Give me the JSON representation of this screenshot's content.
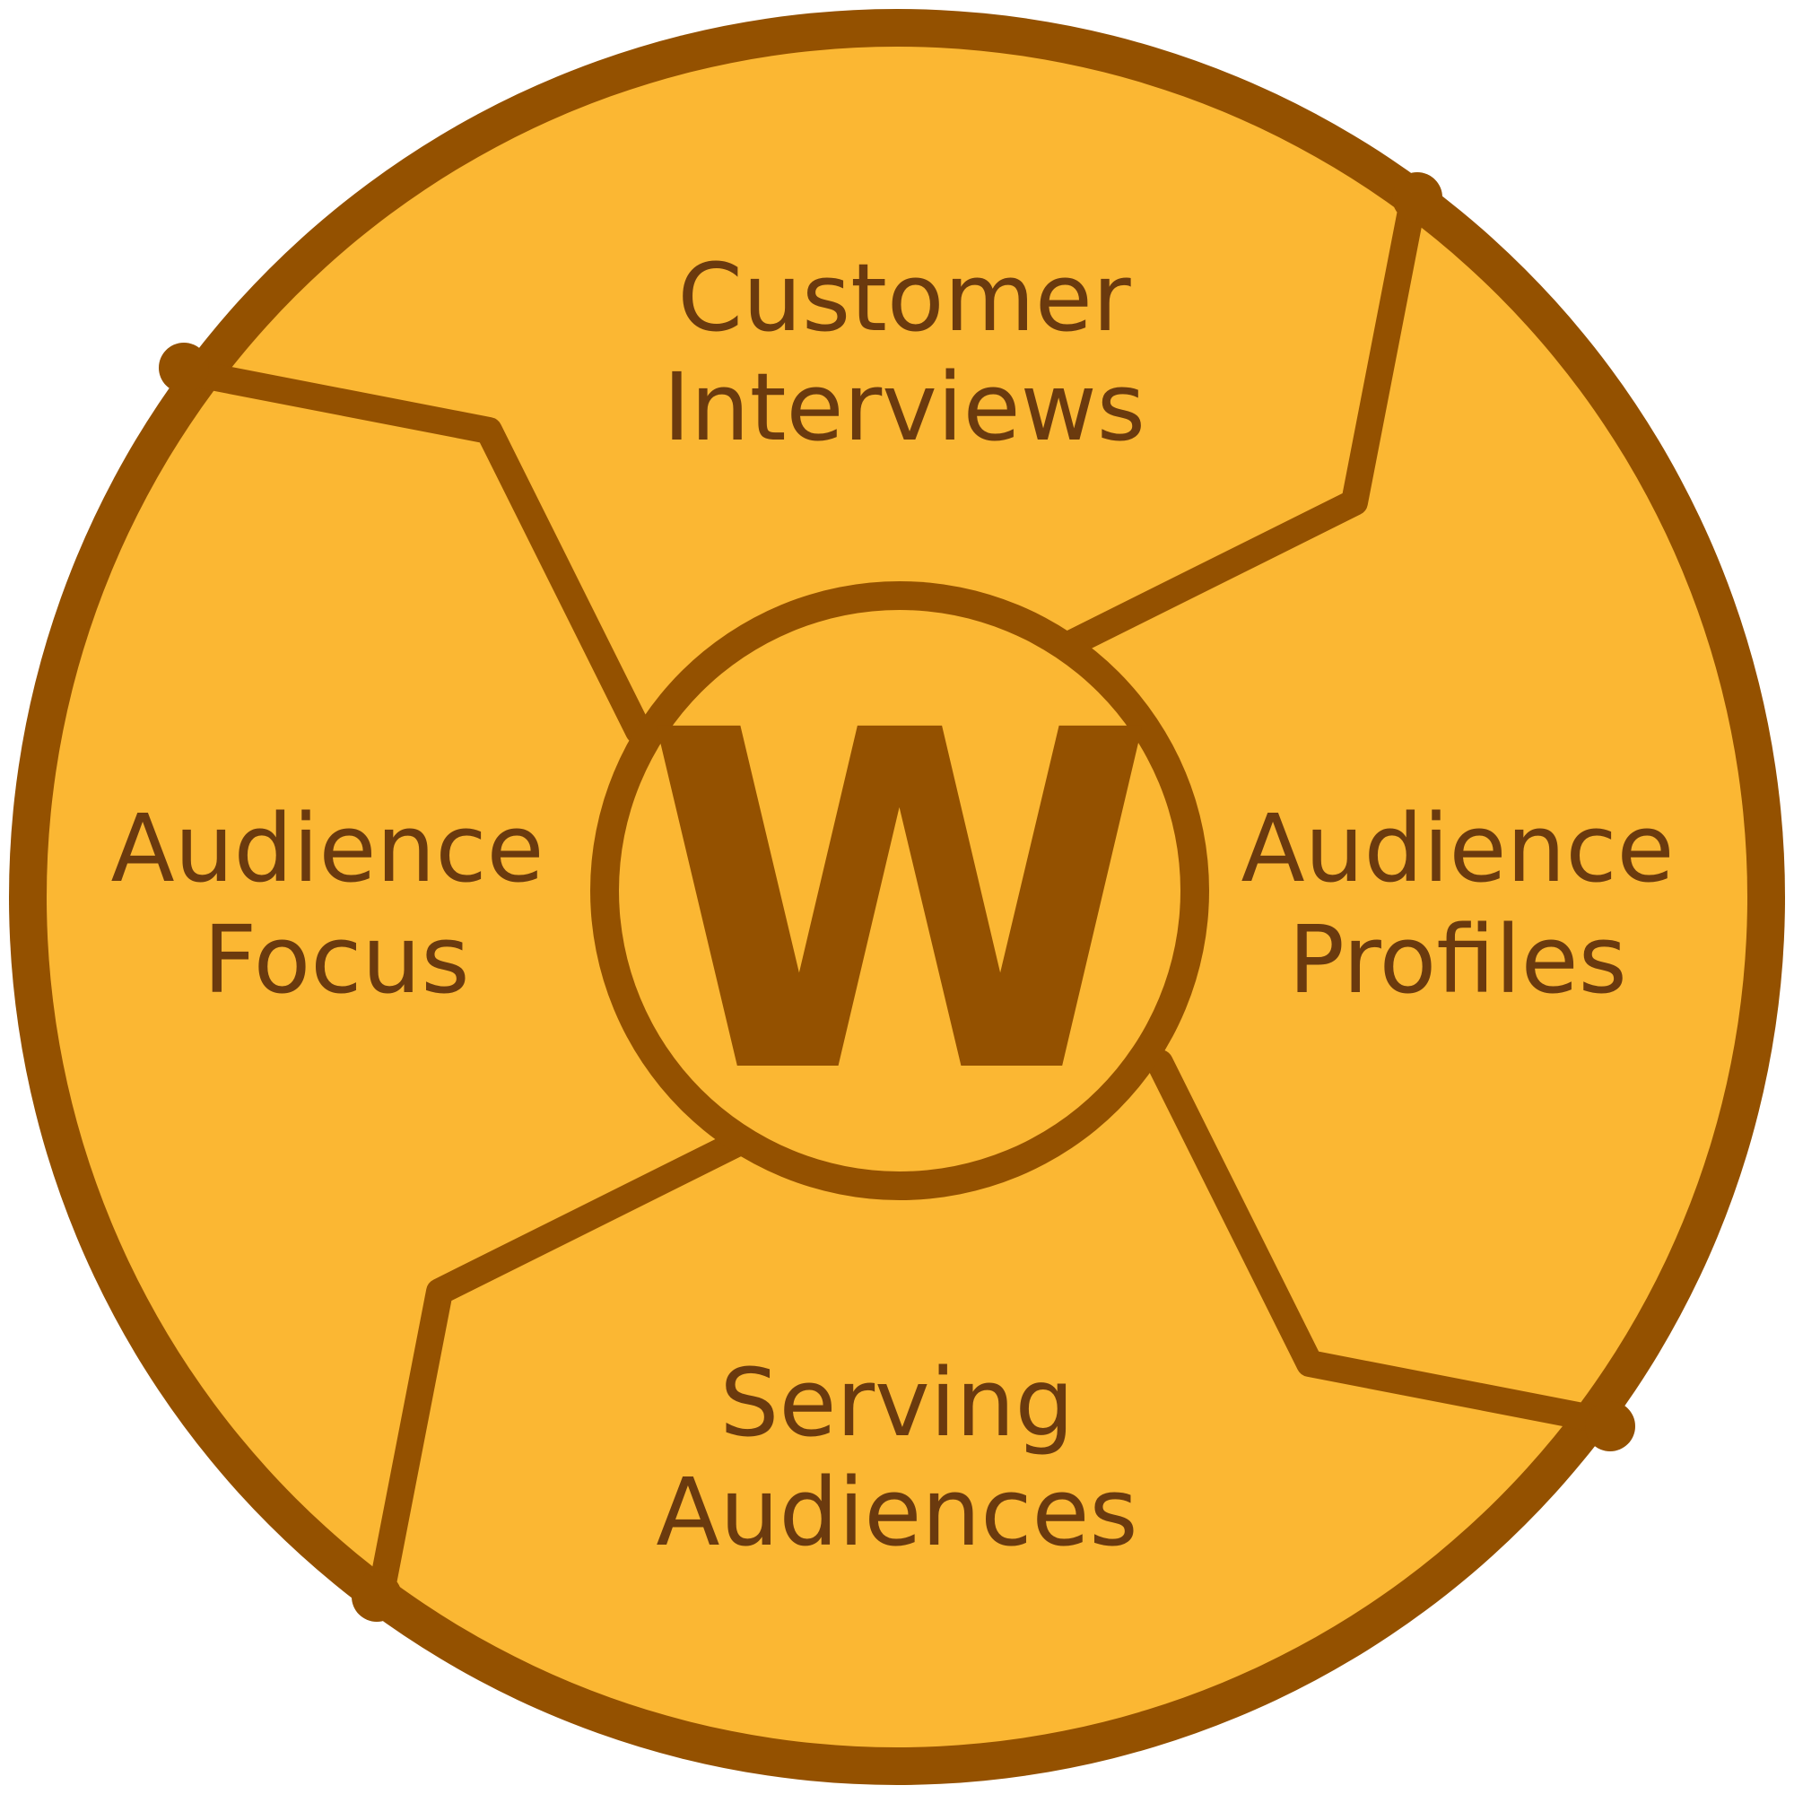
{
  "colors": {
    "fill": "#FBB733",
    "stroke": "#945100",
    "text": "#6B3A0E",
    "background": "#FFFFFF"
  },
  "center": {
    "letter": "W"
  },
  "segments": {
    "top": {
      "line1": "Customer",
      "line2": "Interviews"
    },
    "right": {
      "line1": "Audience",
      "line2": "Profiles"
    },
    "bottom": {
      "line1": "Serving",
      "line2": "Audiences"
    },
    "left": {
      "line1": "Audience",
      "line2": "Focus"
    }
  }
}
